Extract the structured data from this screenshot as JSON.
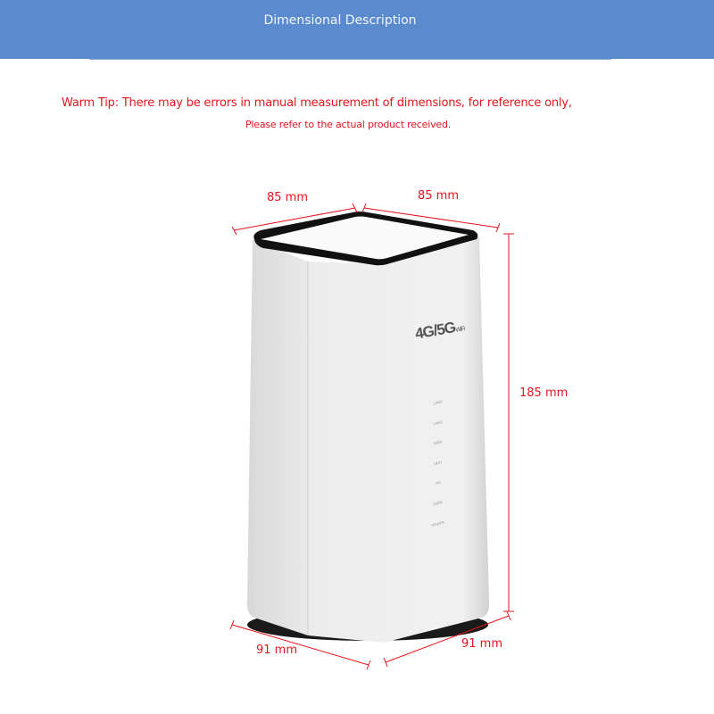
{
  "header": {
    "title": "Dimensional Description"
  },
  "tip": {
    "line1": "Warm Tip: There may be errors in manual measurement of dimensions, for reference only,",
    "line2": "Please refer to the actual product received."
  },
  "dimensions": {
    "top_left": "85 mm",
    "top_right": "85 mm",
    "height": "185 mm",
    "bottom_left": "91 mm",
    "bottom_right": "91 mm"
  },
  "product": {
    "logo": "4G/5G",
    "logo_sub": "WiFi",
    "leds": [
      "LAN2",
      "LAN1",
      "WAN",
      "WIFI",
      "4G",
      "DATA",
      "POWER"
    ]
  },
  "colors": {
    "banner": "#5a8bcf",
    "annotation": "#e8141c"
  }
}
